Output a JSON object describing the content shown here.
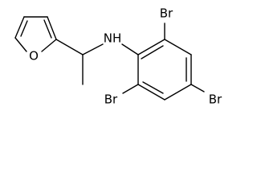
{
  "molecule": {
    "atoms": {
      "oxygen": "O",
      "amine": "NH",
      "bromine_top": "Br",
      "bromine_bottom_left": "Br",
      "bromine_right": "Br"
    },
    "colors": {
      "bond": "#000000",
      "label": "#000000",
      "background": "#ffffff"
    }
  }
}
